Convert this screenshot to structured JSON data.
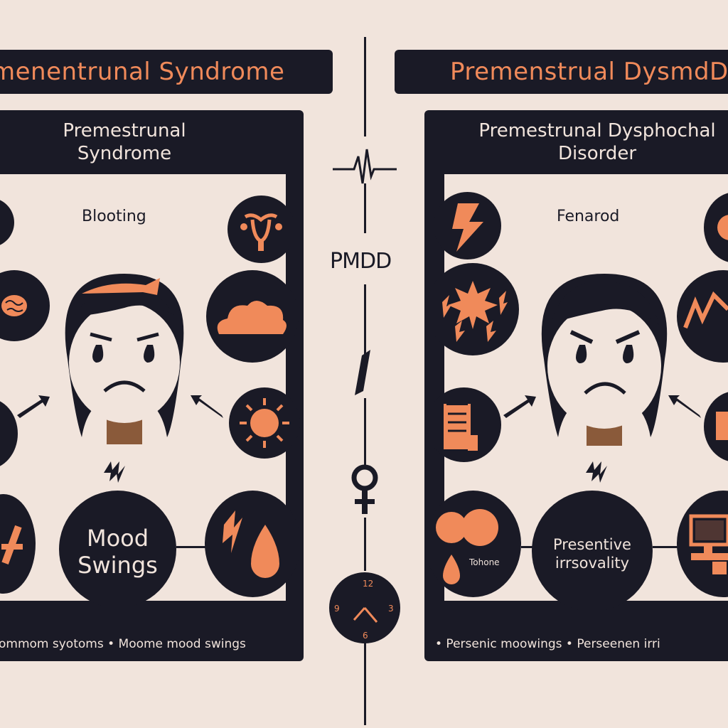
{
  "left": {
    "banner": "menentrunal Syndrome",
    "panel_title": "Premestrunal Syndrome",
    "top_label": "Blooting",
    "center_text": "Mood Swings",
    "footer": "ommom syotoms  •  Moome  mood swings"
  },
  "center": {
    "abbreviation": "PMDD"
  },
  "right": {
    "banner": "Premenstrual DysmdDI",
    "panel_title": "Premestrunal Dysphochal Disorder",
    "top_label": "Fenarod",
    "center_text": "Presentive irrsovality",
    "small_label": "Tohone",
    "footer": "•  Persenic moowings    •  Perseenen irri"
  },
  "colors": {
    "navy": "#1a1a26",
    "orange": "#f08a5a",
    "cream": "#f1e4dc",
    "skin": "#f1e4dc",
    "neck": "#8a5a3a"
  }
}
